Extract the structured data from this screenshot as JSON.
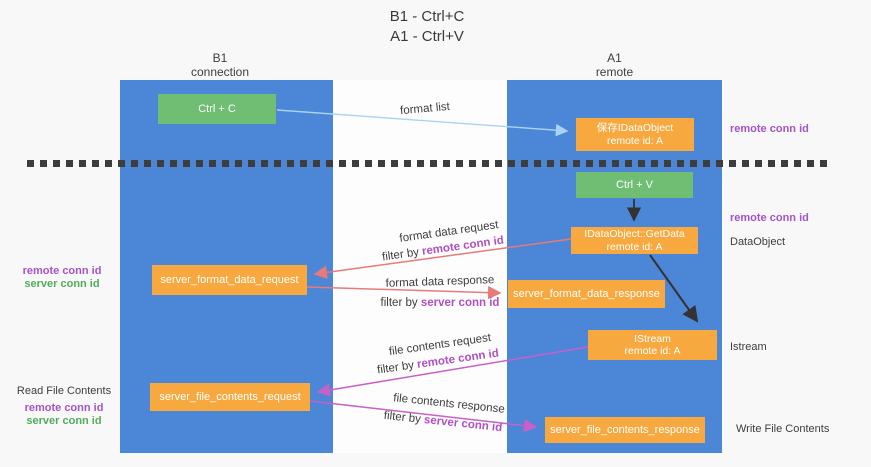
{
  "title": {
    "line1": "B1 - Ctrl+C",
    "line2": "A1 - Ctrl+V"
  },
  "columns": {
    "left": {
      "name": "B1",
      "subtitle": "connection"
    },
    "right": {
      "name": "A1",
      "subtitle": "remote"
    }
  },
  "nodes": {
    "ctrl_c": "Ctrl + C",
    "ctrl_v": "Ctrl + V",
    "save_idataobject": {
      "line1": "保存IDataObject",
      "line2": "remote id: A"
    },
    "getdata": {
      "line1": "IDataObject::GetData",
      "line2": "remote id: A"
    },
    "istream": {
      "line1": "IStream",
      "line2": "remote id: A"
    },
    "server_format_data_request": "server_format_data_request",
    "server_format_data_response": "server_format_data_response",
    "server_file_contents_request": "server_file_contents_request",
    "server_file_contents_response": "server_file_contents_response"
  },
  "flow_labels": {
    "format_list": "format list",
    "format_data_request": "format data request",
    "format_data_response": "format data response",
    "file_contents_request": "file contents request",
    "file_contents_response": "file contents response",
    "filter_by": "filter by",
    "remote_conn_id": "remote conn id",
    "server_conn_id": "server conn id"
  },
  "side_labels": {
    "left": {
      "remote_conn_id": "remote conn id",
      "server_conn_id": "server conn id",
      "read_file_contents": "Read File Contents"
    },
    "right": {
      "remote_conn_id_top": "remote conn id",
      "remote_conn_id_mid": "remote conn id",
      "dataobject": "DataObject",
      "istream": "Istream",
      "write_file_contents": "Write File Contents"
    }
  },
  "colors": {
    "column_blue": "#4c86d6",
    "box_orange": "#f7a83e",
    "box_green": "#6fbe74",
    "arrow_light_blue": "#a9d4f1",
    "arrow_red": "#e87a7a",
    "arrow_magenta": "#c95fc9",
    "arrow_black": "#333333",
    "label_purple": "#a653c8",
    "label_green": "#52ab5c",
    "background": "#f8f8f8"
  }
}
